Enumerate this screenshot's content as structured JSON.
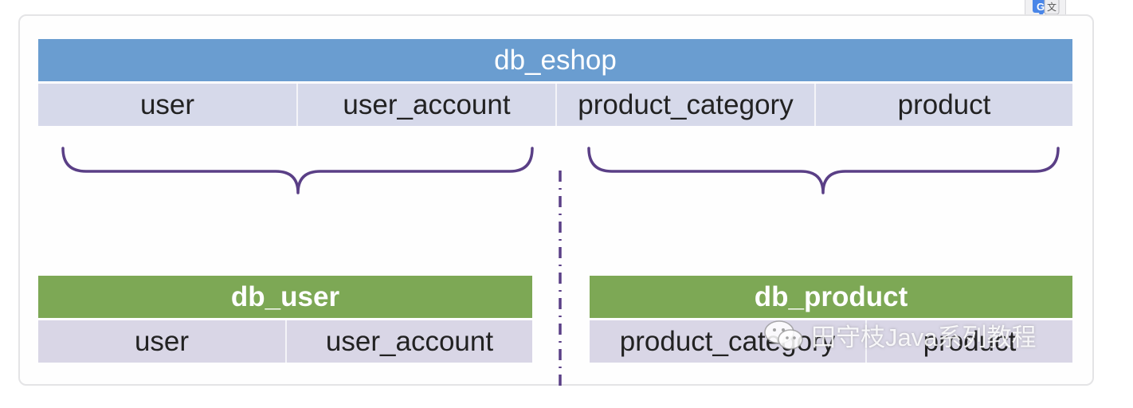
{
  "source_db": {
    "name": "db_eshop",
    "tables": [
      "user",
      "user_account",
      "product_category",
      "product"
    ]
  },
  "target_dbs": [
    {
      "name": "db_user",
      "tables": [
        "user",
        "user_account"
      ]
    },
    {
      "name": "db_product",
      "tables": [
        "product_category",
        "product"
      ]
    }
  ],
  "watermark": {
    "text": "田守枝Java系列教程",
    "icon": "wechat-icon"
  },
  "toolbar": {
    "translate_icon": "translate-icon"
  },
  "colors": {
    "source_header": "#6a9dd0",
    "target_header": "#7da855",
    "table_cell": "#d6d9ea",
    "brace": "#5a3f86"
  }
}
